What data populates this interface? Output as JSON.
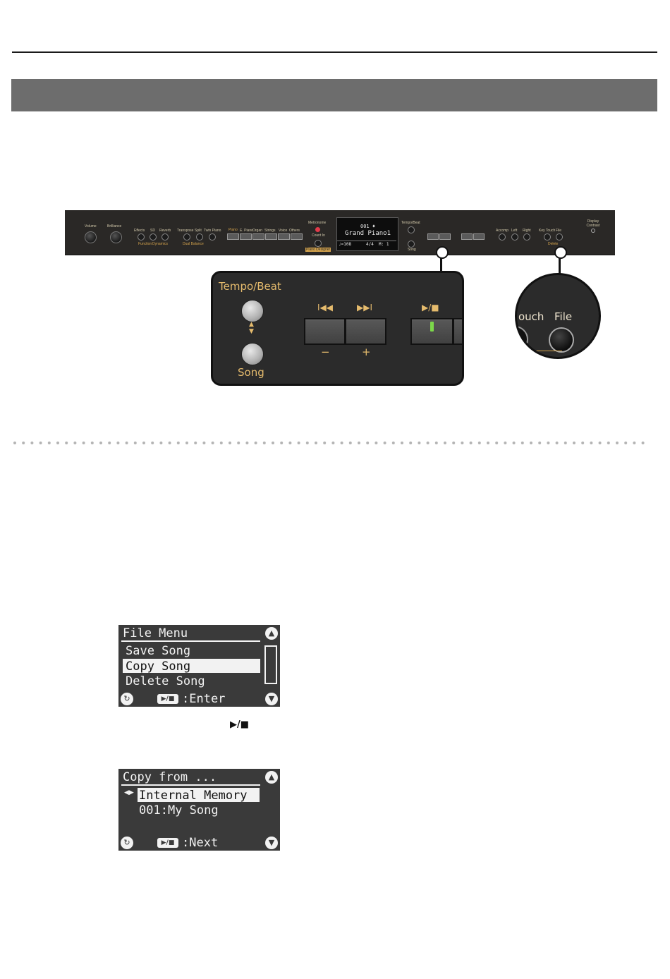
{
  "panel": {
    "knobs": [
      "Volume",
      "Brilliance"
    ],
    "effects": {
      "effects": "Effects",
      "sd": "SD",
      "reverb": "Reverb",
      "function": "Function",
      "dynamics": "Dynamics"
    },
    "split": {
      "transpose": "Transpose",
      "split": "Split",
      "twin_piano": "Twin Piano",
      "dual_balance": "Dual Balance"
    },
    "tones": [
      "Piano",
      "E. Piano",
      "Organ",
      "Strings",
      "Voice",
      "Others"
    ],
    "metronome": "Metronome",
    "count_in": "Count In",
    "piano_designer": "Piano Designer",
    "display": {
      "line1": "001 ♦",
      "line2": "Grand Piano1",
      "tempo": "♩=108",
      "beat": "4/4",
      "measure": "M: 1"
    },
    "tempo_beat": "Tempo/Beat",
    "song": "Song",
    "accomp": "Accomp",
    "left": "Left",
    "right": "Right",
    "key_touch": "Key Touch",
    "file": "File",
    "delete": "Delete",
    "display_contrast": "Display Contrast"
  },
  "callout": {
    "tempo_beat": "Tempo/Beat",
    "song": "Song",
    "updown": "▲\n▼",
    "rew_symbol": "I◀◀",
    "ff_symbol": "▶▶I",
    "minus": "−",
    "plus": "+",
    "playstop": "▶/■"
  },
  "file_callout": {
    "touch": "ouch",
    "file": "File"
  },
  "screen1": {
    "title": "File Menu",
    "items": [
      "Save Song",
      "Copy Song",
      "Delete Song"
    ],
    "selected_index": 1,
    "footer_action": ":Enter"
  },
  "instruction_glyph": "▶/■",
  "screen2": {
    "title": "Copy from ...",
    "line1": "Internal Memory",
    "line2": "001:My Song",
    "footer_action": ":Next"
  },
  "icons": {
    "up": "▲",
    "down": "▼",
    "back": "↻",
    "play": "▶/■",
    "lr": "◀▶"
  }
}
